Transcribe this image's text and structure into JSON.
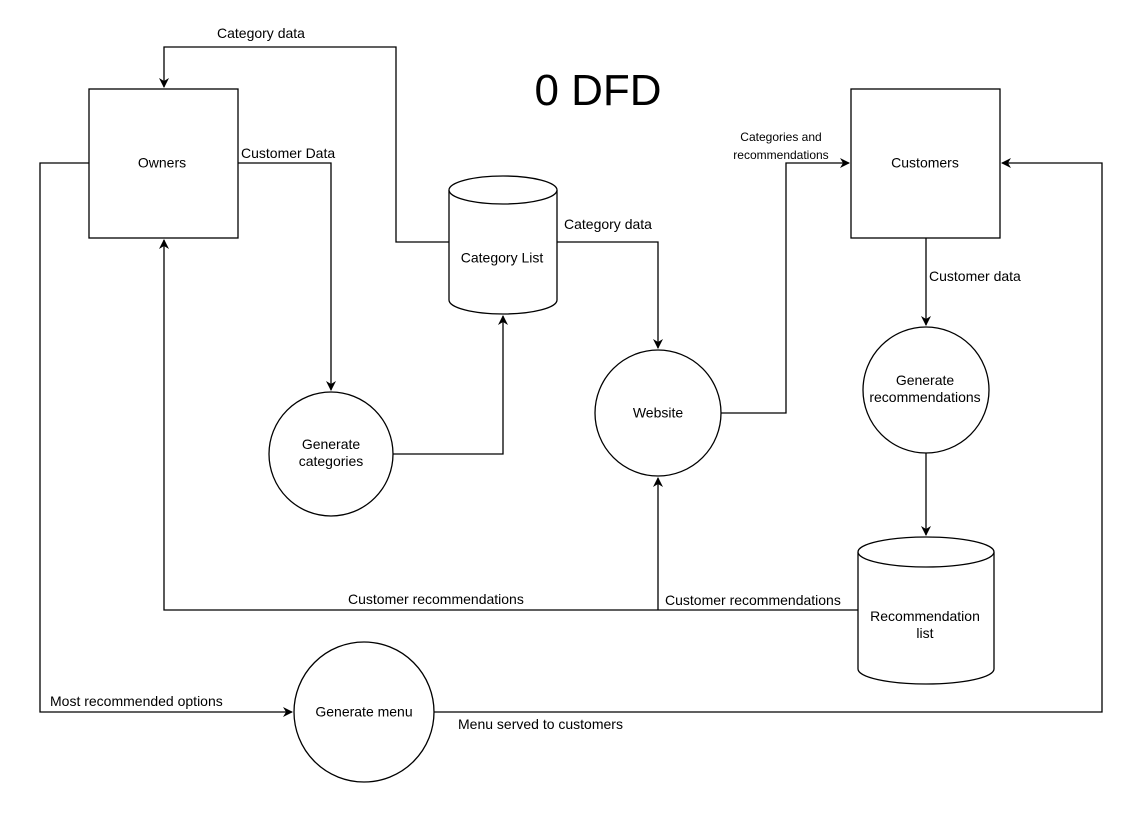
{
  "diagram": {
    "title": "0 DFD",
    "entities": {
      "owners": "Owners",
      "customers": "Customers"
    },
    "processes": {
      "generate_categories": [
        "Generate",
        "categories"
      ],
      "website": "Website",
      "generate_recommendations": [
        "Generate",
        "recommendations"
      ],
      "generate_menu": "Generate menu"
    },
    "stores": {
      "category_list": "Category List",
      "recommendation_list": [
        "Recommendation",
        "list"
      ]
    },
    "flows": {
      "category_data_to_owners": "Category data",
      "customer_data_owners": "Customer Data",
      "category_data_to_website": "Category data",
      "categories_and_recommendations": [
        "Categories and",
        "recommendations"
      ],
      "customer_data_customers": "Customer data",
      "customer_recommendations_to_owners": "Customer recommendations",
      "customer_recommendations_to_website": "Customer recommendations",
      "most_recommended_options": "Most recommended options",
      "menu_served_to_customers": "Menu served to customers"
    }
  }
}
